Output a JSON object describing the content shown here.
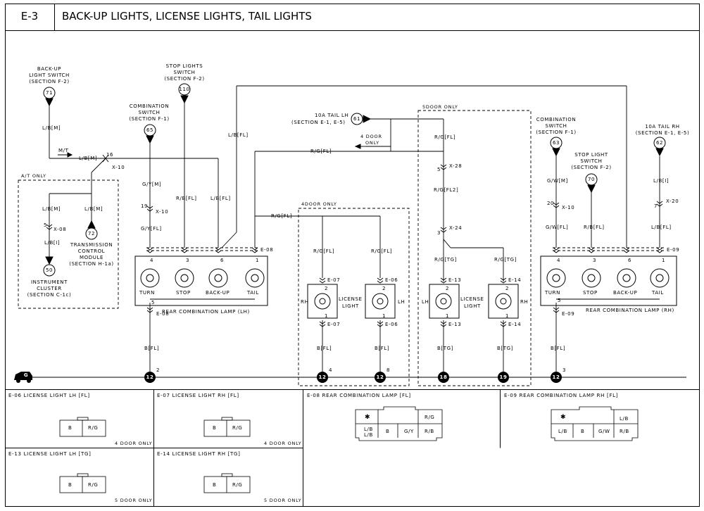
{
  "header": {
    "code": "E-3",
    "title": "BACK-UP LIGHTS, LICENSE LIGHTS, TAIL LIGHTS"
  },
  "sources": {
    "backup_switch": {
      "name": "BACK-UP",
      "name2": "LIGHT SWITCH",
      "section": "(SECTION F-2)",
      "num": "71"
    },
    "stop_switch_lh": {
      "name": "STOP LIGHTS",
      "name2": "SWITCH",
      "section": "(SECTION F-2)",
      "num": "110"
    },
    "combo_switch_lh": {
      "name": "COMBINATION",
      "name2": "SWITCH",
      "section": "(SECTION F-1)",
      "num": "65"
    },
    "tail_lh": {
      "name": "10A TAIL LH",
      "section": "(SECTION E-1, E-5)",
      "num": "61"
    },
    "combo_switch_rh": {
      "name": "COMBINATION",
      "name2": "SWITCH",
      "section": "(SECTION F-1)",
      "num": "63"
    },
    "stop_switch_rh": {
      "name": "STOP LIGHT",
      "name2": "SWITCH",
      "section": "(SECTION F-2)",
      "num": "70"
    },
    "tail_rh": {
      "name": "10A TAIL RH",
      "section": "(SECTION E-1, E-5)",
      "num": "62"
    },
    "tcm": {
      "name": "TRANSMISSION",
      "name2": "CONTROL",
      "name3": "MODULE",
      "section": "(SECTION H-1a)",
      "num": "72"
    },
    "cluster": {
      "name": "INSTRUMENT",
      "name2": "CLUSTER",
      "section": "(SECTION C-1c)",
      "num": "50"
    }
  },
  "wires": {
    "lb_m": "L/B[M]",
    "mt": "M/T",
    "lb_m2": "L/B[M]",
    "lb_fl": "L/B[FL]",
    "lb_fl2": "L/B[FL]",
    "rg_fl": "R/G[FL]",
    "rg_fl2": "R/G[FL]",
    "rg_fl3": "R/G[FL]",
    "rg_fl4": "R/G[FL]",
    "rg_fl_x": "R/G[FL]",
    "gy_m": "G/Y[M]",
    "gy_fl": "G/Y[FL]",
    "rb_fl": "R/B[FL]",
    "rg_fl5": "R/G[FL]",
    "rg_fl2b": "R/G[FL2]",
    "rg_tg": "R/G[TG]",
    "rg_tg2": "R/G[TG]",
    "gw_m": "G/W[M]",
    "gw_fl": "G/W[FL]",
    "rb_fl2": "R/B[FL]",
    "lb_i": "L/B[I]",
    "lb_fl3": "L/B[FL]",
    "lb_m3": "L/B[M]",
    "lb_i2": "L/B[I]",
    "b_fl": "B[FL]",
    "b_fl2": "B[FL]",
    "b_fl3": "B[FL]",
    "b_tg": "B[TG]",
    "b_tg2": "B[TG]",
    "b_fl4": "B[FL]"
  },
  "connectors": {
    "x10": "X-10",
    "x10b": "X-10",
    "x08": "X-08",
    "x28": "X-28",
    "x24": "X-24",
    "x20": "X-20",
    "x10c": "X-10",
    "e08": "E-08",
    "e08b": "E-08",
    "e07": "E-07",
    "e07b": "E-07",
    "e06": "E-06",
    "e06b": "E-06",
    "e13": "E-13",
    "e13b": "E-13",
    "e14": "E-14",
    "e14b": "E-14",
    "e09": "E-09",
    "e09b": "E-09",
    "p16": "16",
    "p19": "19",
    "p5": "5",
    "p3": "3",
    "p20": "20",
    "p7": "7",
    "p5b": "5"
  },
  "notes": {
    "at_only": "A/T ONLY",
    "four_door_only": "4DOOR ONLY",
    "five_door_only": "5DOOR ONLY",
    "four_door": "4 DOOR",
    "only": "ONLY"
  },
  "lamps": {
    "lh_name": "REAR COMBINATION LAMP (LH)",
    "rh_name": "REAR COMBINATION LAMP (RH)",
    "turn": "TURN",
    "stop": "STOP",
    "backup": "BACK-UP",
    "tail": "TAIL",
    "license": "LICENSE",
    "light": "LIGHT",
    "rh": "RH",
    "lh": "LH",
    "pins_lh": [
      "4",
      "3",
      "6",
      "1"
    ],
    "pin5": "5",
    "pin2": "2",
    "pin1": "1"
  },
  "grounds": [
    {
      "num": "12",
      "sub": "2"
    },
    {
      "num": "12",
      "sub": "4"
    },
    {
      "num": "12",
      "sub": "8"
    },
    {
      "num": "18",
      "sub": ""
    },
    {
      "num": "19",
      "sub": ""
    },
    {
      "num": "12",
      "sub": "3"
    }
  ],
  "ground_icon": "G",
  "panels": {
    "p1": {
      "title": "E-06 LICENSE LIGHT LH [FL]",
      "note": "4 DOOR ONLY",
      "pins": [
        "B",
        "R/G"
      ]
    },
    "p2": {
      "title": "E-07 LICENSE LIGHT RH [FL]",
      "note": "4 DOOR ONLY",
      "pins": [
        "B",
        "R/G"
      ]
    },
    "p3": {
      "title": "E-08 REAR COMBINATION LAMP [FL]",
      "pins": [
        "L/B",
        "L/B",
        "B",
        "G/Y",
        "R/G",
        "R/B",
        "✱"
      ]
    },
    "p4": {
      "title": "E-09 REAR COMBINATION LAMP RH [FL]",
      "pins": [
        "L/B",
        "B",
        "G/W",
        "R/B",
        "L/B",
        "✱"
      ]
    },
    "p5": {
      "title": "E-13 LICENSE LIGHT LH [TG]",
      "note": "5 DOOR ONLY",
      "pins": [
        "B",
        "R/G"
      ]
    },
    "p6": {
      "title": "E-14 LICENSE LIGHT RH [TG]",
      "note": "5 DOOR ONLY",
      "pins": [
        "B",
        "R/G"
      ]
    }
  }
}
